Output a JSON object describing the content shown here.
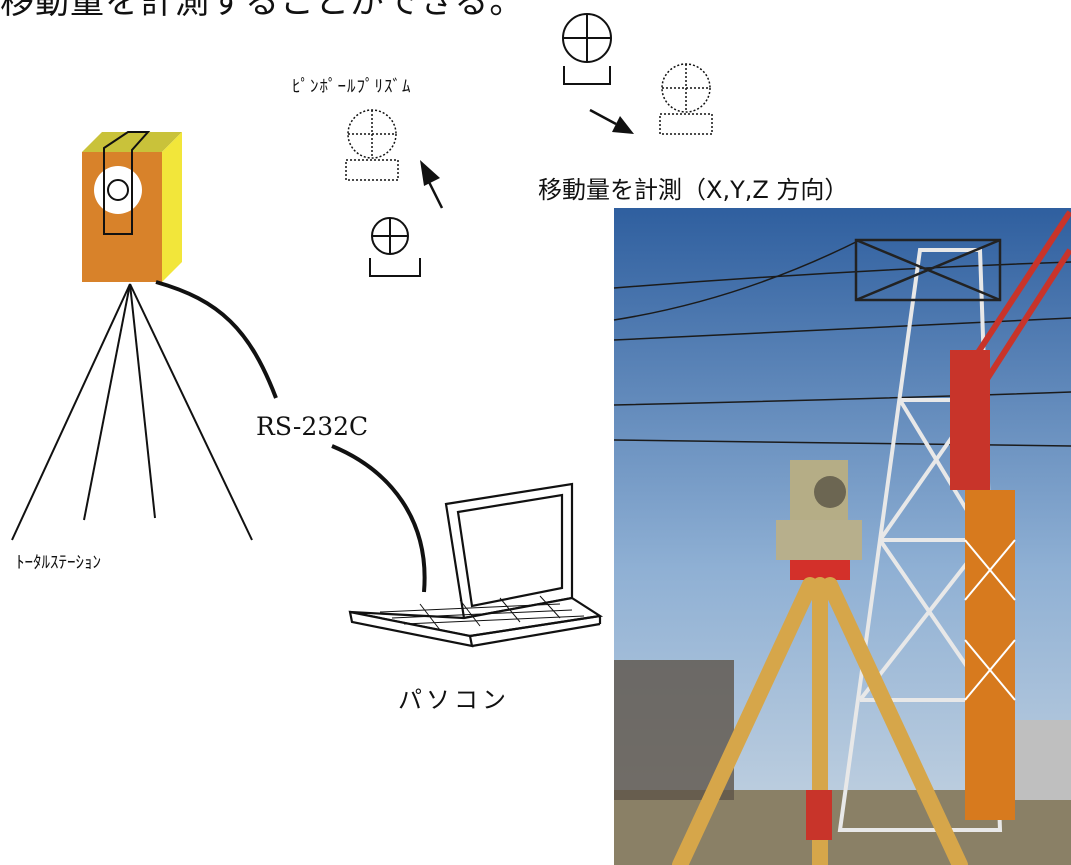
{
  "labels": {
    "top_text": "移動量を計測することができる。",
    "prism": "ﾋﾟﾝﾎﾟｰﾙﾌﾟﾘｽﾞﾑ",
    "measure": "移動量を計測（X,Y,Z 方向）",
    "cable": "RS-232C",
    "total_station": "ﾄｰﾀﾙｽﾃｰｼｮﾝ",
    "pc": "パソコン"
  },
  "colors": {
    "station_front": "#d8822a",
    "station_side": "#f2e63a",
    "station_top": "#c9c23a",
    "line": "#111111"
  }
}
